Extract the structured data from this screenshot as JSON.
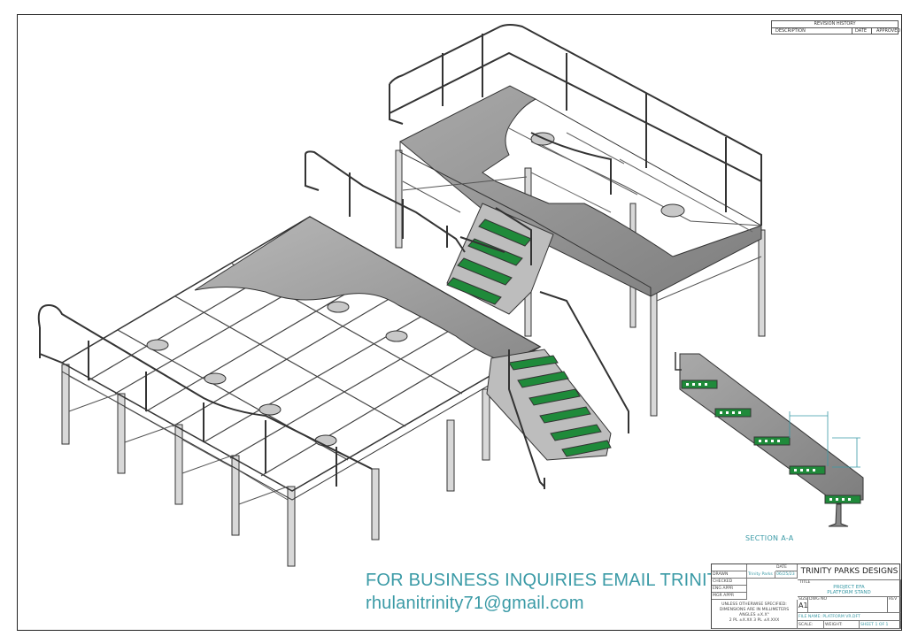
{
  "revision": {
    "title": "REVISION HISTORY",
    "columns": [
      "DESCRIPTION",
      "DATE",
      "APPROVED"
    ]
  },
  "inquiry": {
    "line1": "FOR BUSINESS INQUIRIES EMAIL TRINITY:",
    "line2": "rhulanitrinity71@gmail.com"
  },
  "section_label": "SECTION A-A",
  "title_block": {
    "date_hdr": "DATE",
    "drawn": "DRAWN",
    "drawn_name": "Trinity Parks",
    "drawn_date": "06/25/23",
    "checked": "CHECKED",
    "eng_appr": "ENG APPR",
    "mgr_appr": "MGR APPR",
    "notes": [
      "UNLESS OTHERWISE SPECIFIED:",
      "DIMENSIONS ARE IN MILLIMETERS",
      "ANGLES ±X.X°",
      "2 PL ±X.XX 3 PL ±X.XXX"
    ],
    "company": "TRINITY PARKS DESIGNS",
    "title_hdr": "TITLE",
    "title_line1": "PROJECT EFA",
    "title_line2": "PLATFORM STAND",
    "size_hdr": "SIZE",
    "size": "A1",
    "dwg_hdr": "DWG NO",
    "rev_hdr": "REV",
    "file_name": "FILE NAME: PLATFORM VR.DFT",
    "scale": "SCALE:",
    "weight": "WEIGHT:",
    "sheet": "SHEET 1 OF 1"
  }
}
